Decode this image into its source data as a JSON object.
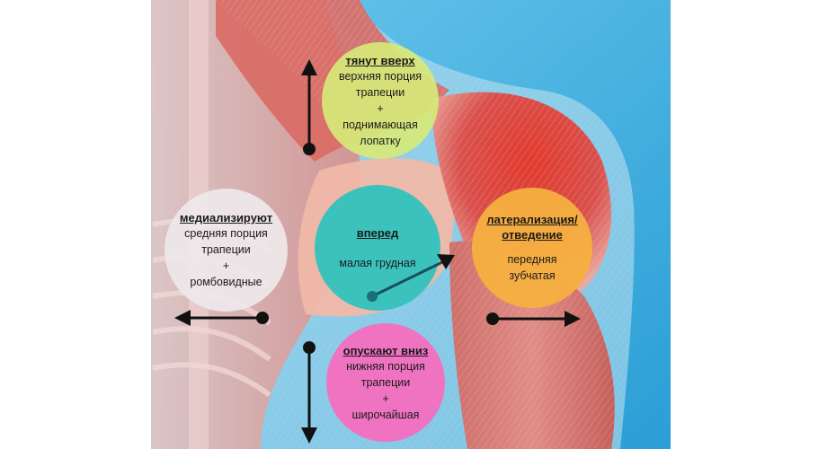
{
  "circles": {
    "up": {
      "title": "тянут вверх",
      "lines": [
        "верхняя порция",
        "трапеции",
        "+",
        "поднимающая",
        "лопатку"
      ],
      "color": "#d6e878"
    },
    "medial": {
      "title": "медиализируют",
      "lines": [
        "средняя порция",
        "трапеции",
        "+",
        "ромбовидные"
      ],
      "color": "#eee8ea"
    },
    "forward": {
      "title": "вперед",
      "lines": [
        "малая грудная"
      ],
      "color": "#2cc2be"
    },
    "lateral": {
      "title_lines": [
        "латерализация/",
        "отведение"
      ],
      "lines": [
        "передняя",
        "зубчатая"
      ],
      "color": "#f6b040"
    },
    "down": {
      "title": "опускают вниз",
      "lines": [
        "нижняя порция",
        "трапеции",
        "+",
        "широчайшая"
      ],
      "color": "#f66ec0"
    }
  },
  "colors": {
    "background": "#4ab8e0",
    "muscle": "#d9504c",
    "arrow": "#111111"
  }
}
